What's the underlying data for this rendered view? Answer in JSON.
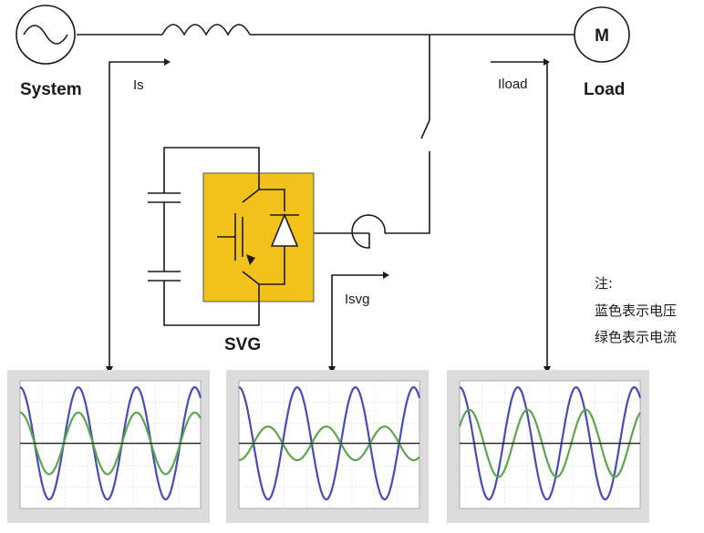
{
  "labels": {
    "system": "System",
    "load": "Load",
    "motor": "M",
    "svg": "SVG",
    "is": "Is",
    "iload": "Iload",
    "isvg": "Isvg"
  },
  "note": {
    "title": "注:",
    "line1": "蓝色表示电压",
    "line2": "绿色表示电流"
  },
  "colors": {
    "voltage": "#4a4ab8",
    "current": "#5aa84a",
    "svg_block": "#f2c21a",
    "panel_bg": "#dcdcdc",
    "plot_bg": "#ffffff"
  },
  "plots": [
    {
      "id": "is",
      "voltage_amp": 1.0,
      "current_amp": 0.55,
      "current_phase_deg": 0,
      "cycles": 3.1
    },
    {
      "id": "isvg",
      "voltage_amp": 1.0,
      "current_amp": 0.3,
      "current_phase_deg": 180,
      "cycles": 3.1
    },
    {
      "id": "iload",
      "voltage_amp": 1.0,
      "current_amp": 0.6,
      "current_phase_deg": -60,
      "cycles": 3.1
    }
  ]
}
